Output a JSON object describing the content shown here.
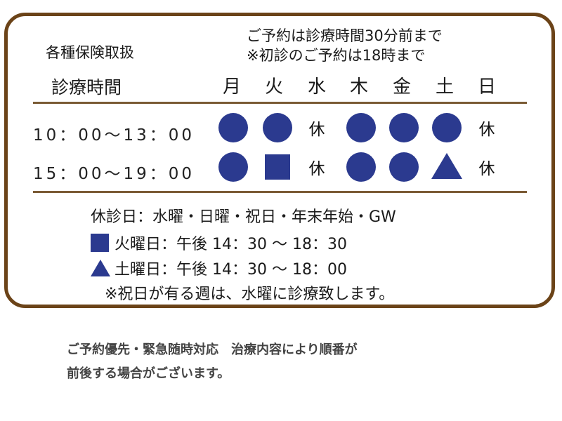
{
  "card": {
    "insurance": "各種保険取扱",
    "notes": [
      "ご予約は診療時間30分前まで",
      "※初診のご予約は18時まで"
    ],
    "hours_title": "診療時間",
    "days": [
      "月",
      "火",
      "水",
      "木",
      "金",
      "土",
      "日"
    ],
    "rows": [
      {
        "time": "10：00〜13：00",
        "cells": [
          {
            "type": "circle"
          },
          {
            "type": "circle"
          },
          {
            "type": "closed",
            "label": "休"
          },
          {
            "type": "circle"
          },
          {
            "type": "circle"
          },
          {
            "type": "circle"
          },
          {
            "type": "closed",
            "label": "休"
          }
        ]
      },
      {
        "time": "15：00〜19：00",
        "cells": [
          {
            "type": "circle"
          },
          {
            "type": "square"
          },
          {
            "type": "closed",
            "label": "休"
          },
          {
            "type": "circle"
          },
          {
            "type": "circle"
          },
          {
            "type": "triangle"
          },
          {
            "type": "closed",
            "label": "休"
          }
        ]
      }
    ],
    "closed_days": "休診日：水曜・日曜・祝日・年末年始・GW",
    "legend": [
      {
        "symbol": "square",
        "text": "火曜日：午後 14：30 〜 18：30"
      },
      {
        "symbol": "triangle",
        "text": "土曜日：午後 14：30 〜 18：00"
      }
    ],
    "holiday_note": "※祝日が有る週は、水曜に診療致します。"
  },
  "footer": {
    "line1": "ご予約優先・緊急随時対応　治療内容により順番が",
    "line2": "前後する場合がございます。"
  },
  "colors": {
    "border": "#6b4318",
    "symbol": "#2b3a8f",
    "rule": "#7a5a34"
  }
}
